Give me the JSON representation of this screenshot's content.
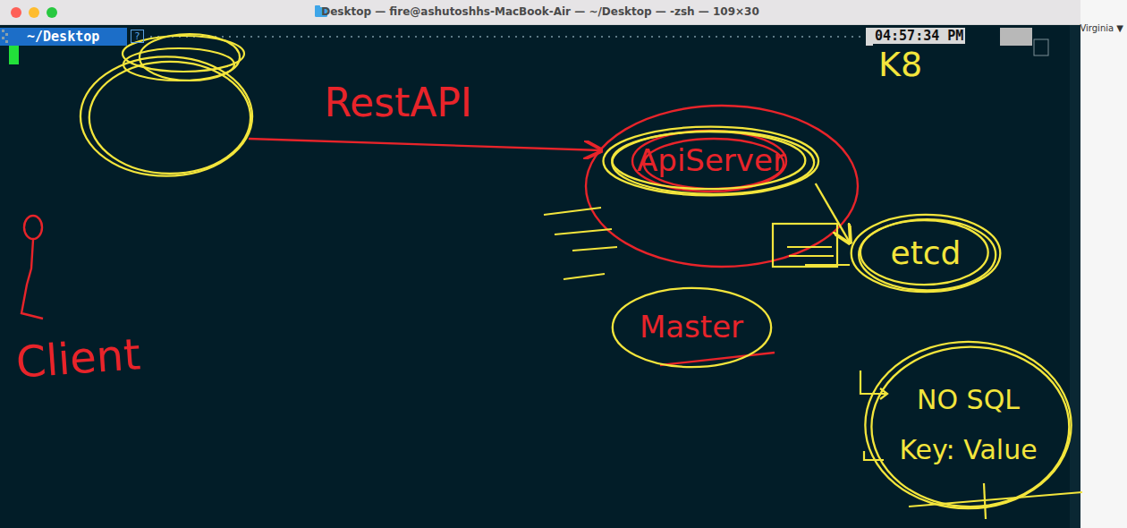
{
  "diagram": {
    "nodes": [
      {
        "text": []
      },
      {
        "text": [
          "ApiServer"
        ]
      },
      {
        "text": [
          "etcd"
        ]
      },
      {
        "text": [
          "Master"
        ]
      },
      {
        "text": [
          "NO SQL",
          "Key: Value"
        ]
      }
    ],
    "edges": [
      {
        "from": 0,
        "to": 1,
        "arrow": "to",
        "label": "RestAPI"
      },
      {
        "from": 1,
        "to": 2,
        "arrow": "to"
      }
    ],
    "labels": [
      "Desktop — fire@ashutoshhs-MacBook-Air — ~/Desktop — -zsh — 109×30",
      "~/Desktop",
      "?",
      "04:57:34 PM",
      "Virginia ▼",
      "K8",
      "Client"
    ]
  }
}
